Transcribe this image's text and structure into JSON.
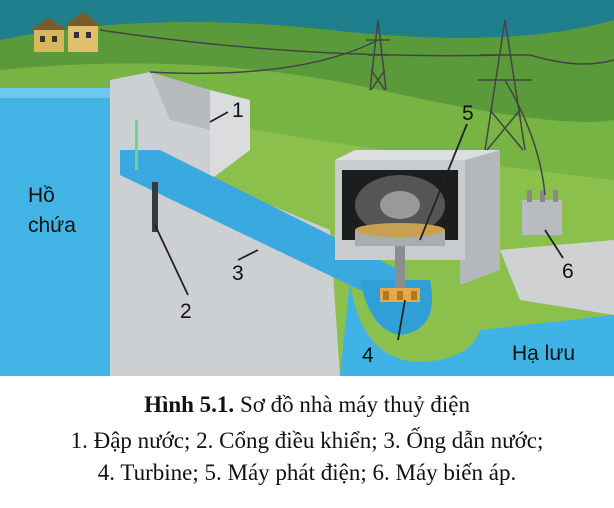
{
  "labels": {
    "l1": "1",
    "l2": "2",
    "l3": "3",
    "l4": "4",
    "l5": "5",
    "l6": "6",
    "reservoir_line1": "Hồ",
    "reservoir_line2": "chứa",
    "downstream": "Hạ lưu"
  },
  "caption": {
    "figure_number": "Hình 5.1.",
    "title": "Sơ đồ nhà máy thuỷ điện",
    "legend_line1": "1. Đập nước; 2. Cổng điều khiển; 3. Ống dẫn nước;",
    "legend_line2": "4. Turbine; 5. Máy phát điện; 6. Máy biến áp."
  },
  "colors": {
    "sky": "#2a8a9a",
    "grass": "#6fae3c",
    "water": "#3fb3e6",
    "concrete": "#cfd1d3"
  }
}
